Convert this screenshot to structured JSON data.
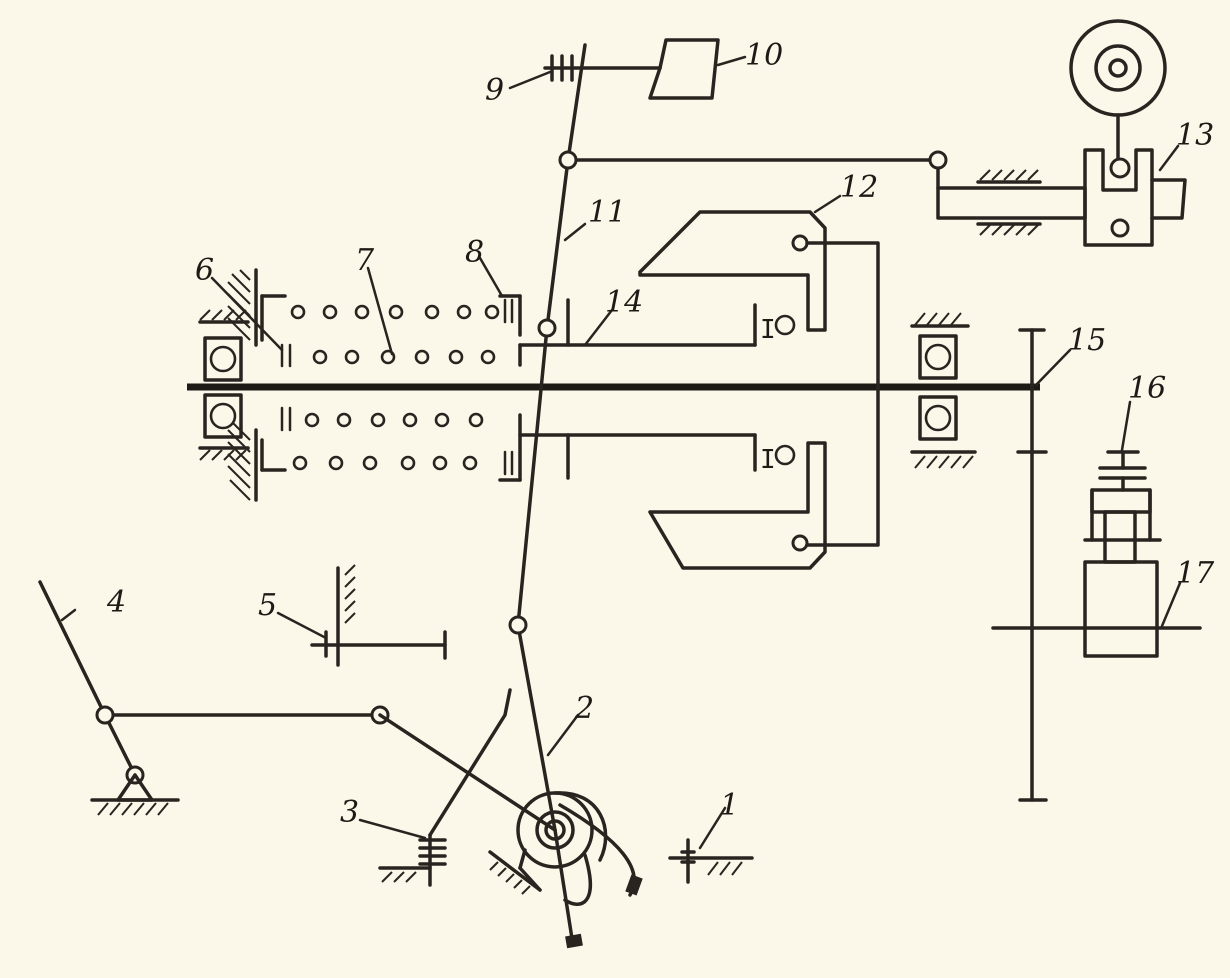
{
  "callouts": {
    "c1": "1",
    "c2": "2",
    "c3": "3",
    "c4": "4",
    "c5": "5",
    "c6": "6",
    "c7": "7",
    "c8": "8",
    "c9": "9",
    "c10": "10",
    "c11": "11",
    "c12": "12",
    "c13": "13",
    "c14": "14",
    "c15": "15",
    "c16": "16",
    "c17": "17"
  },
  "colors": {
    "ink": "#2a2420",
    "paper": "#fbf8ea"
  }
}
